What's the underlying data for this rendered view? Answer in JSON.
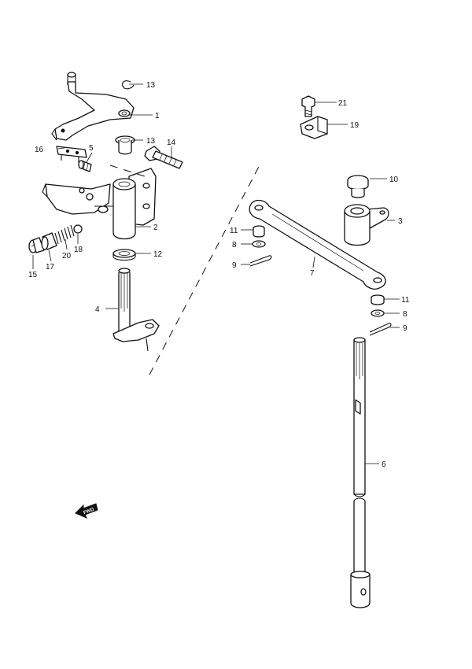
{
  "callouts": {
    "c1": "1",
    "c2": "2",
    "c3": "3",
    "c4": "4",
    "c5": "5",
    "c6": "6",
    "c7": "7",
    "c8a": "8",
    "c8b": "8",
    "c9a": "9",
    "c9b": "9",
    "c10": "10",
    "c11a": "11",
    "c11b": "11",
    "c12": "12",
    "c13a": "13",
    "c13b": "13",
    "c14": "14",
    "c15": "15",
    "c16": "16",
    "c17": "17",
    "c18": "18",
    "c19": "19",
    "c20": "20",
    "c21": "21"
  },
  "fwd_label": "FWD",
  "colors": {
    "ink": "#111111",
    "paper": "#ffffff"
  }
}
